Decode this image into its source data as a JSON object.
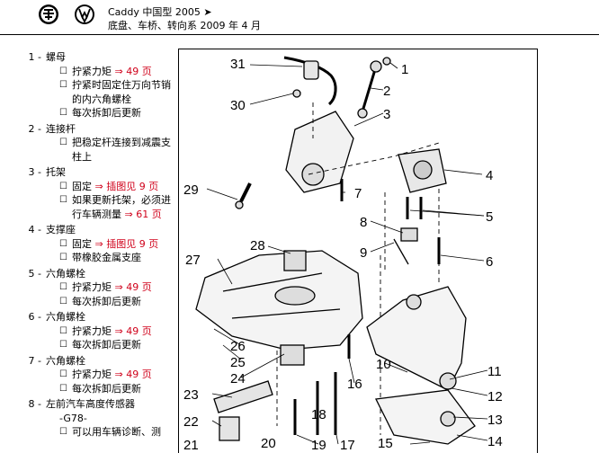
{
  "header": {
    "line1": "Caddy 中国型 2005 ➤",
    "line2": "底盘、车桥、转向系 2009 年 4 月"
  },
  "parts": [
    {
      "num": "1 -",
      "name": "螺母",
      "notes": [
        {
          "text": "拧紧力矩 ",
          "ref": "⇒ 49 页"
        },
        {
          "text": "拧紧时固定住万向节销的内六角螺栓",
          "ref": ""
        },
        {
          "text": "每次拆卸后更新",
          "ref": ""
        }
      ]
    },
    {
      "num": "2 -",
      "name": "连接杆",
      "notes": [
        {
          "text": "把稳定杆连接到减震支柱上",
          "ref": ""
        }
      ]
    },
    {
      "num": "3 -",
      "name": "托架",
      "notes": [
        {
          "text": "固定 ",
          "ref": "⇒ 插图见 9 页"
        },
        {
          "text": "如果更新托架，必须进行车辆测量 ",
          "ref": "⇒ 61 页"
        }
      ]
    },
    {
      "num": "4 -",
      "name": "支撑座",
      "notes": [
        {
          "text": "固定 ",
          "ref": "⇒ 插图见 9 页"
        },
        {
          "text": "带橡胶金属支座",
          "ref": ""
        }
      ]
    },
    {
      "num": "5 -",
      "name": "六角螺栓",
      "notes": [
        {
          "text": "拧紧力矩 ",
          "ref": "⇒ 49 页"
        },
        {
          "text": "每次拆卸后更新",
          "ref": ""
        }
      ]
    },
    {
      "num": "6 -",
      "name": "六角螺栓",
      "notes": [
        {
          "text": "拧紧力矩 ",
          "ref": "⇒ 49 页"
        },
        {
          "text": "每次拆卸后更新",
          "ref": ""
        }
      ]
    },
    {
      "num": "7 -",
      "name": "六角螺栓",
      "notes": [
        {
          "text": "拧紧力矩 ",
          "ref": "⇒ 49 页"
        },
        {
          "text": "每次拆卸后更新",
          "ref": ""
        }
      ]
    },
    {
      "num": "8 -",
      "name": "左前汽车高度传感器",
      "code": "-G78-",
      "notes": [
        {
          "text": "可以用车辆诊断、测",
          "ref": ""
        }
      ]
    }
  ],
  "callouts": [
    "1",
    "2",
    "3",
    "4",
    "5",
    "6",
    "7",
    "8",
    "9",
    "10",
    "11",
    "12",
    "13",
    "14",
    "15",
    "16",
    "17",
    "18",
    "19",
    "20",
    "21",
    "22",
    "23",
    "24",
    "25",
    "26",
    "27",
    "28",
    "29",
    "30",
    "31"
  ]
}
